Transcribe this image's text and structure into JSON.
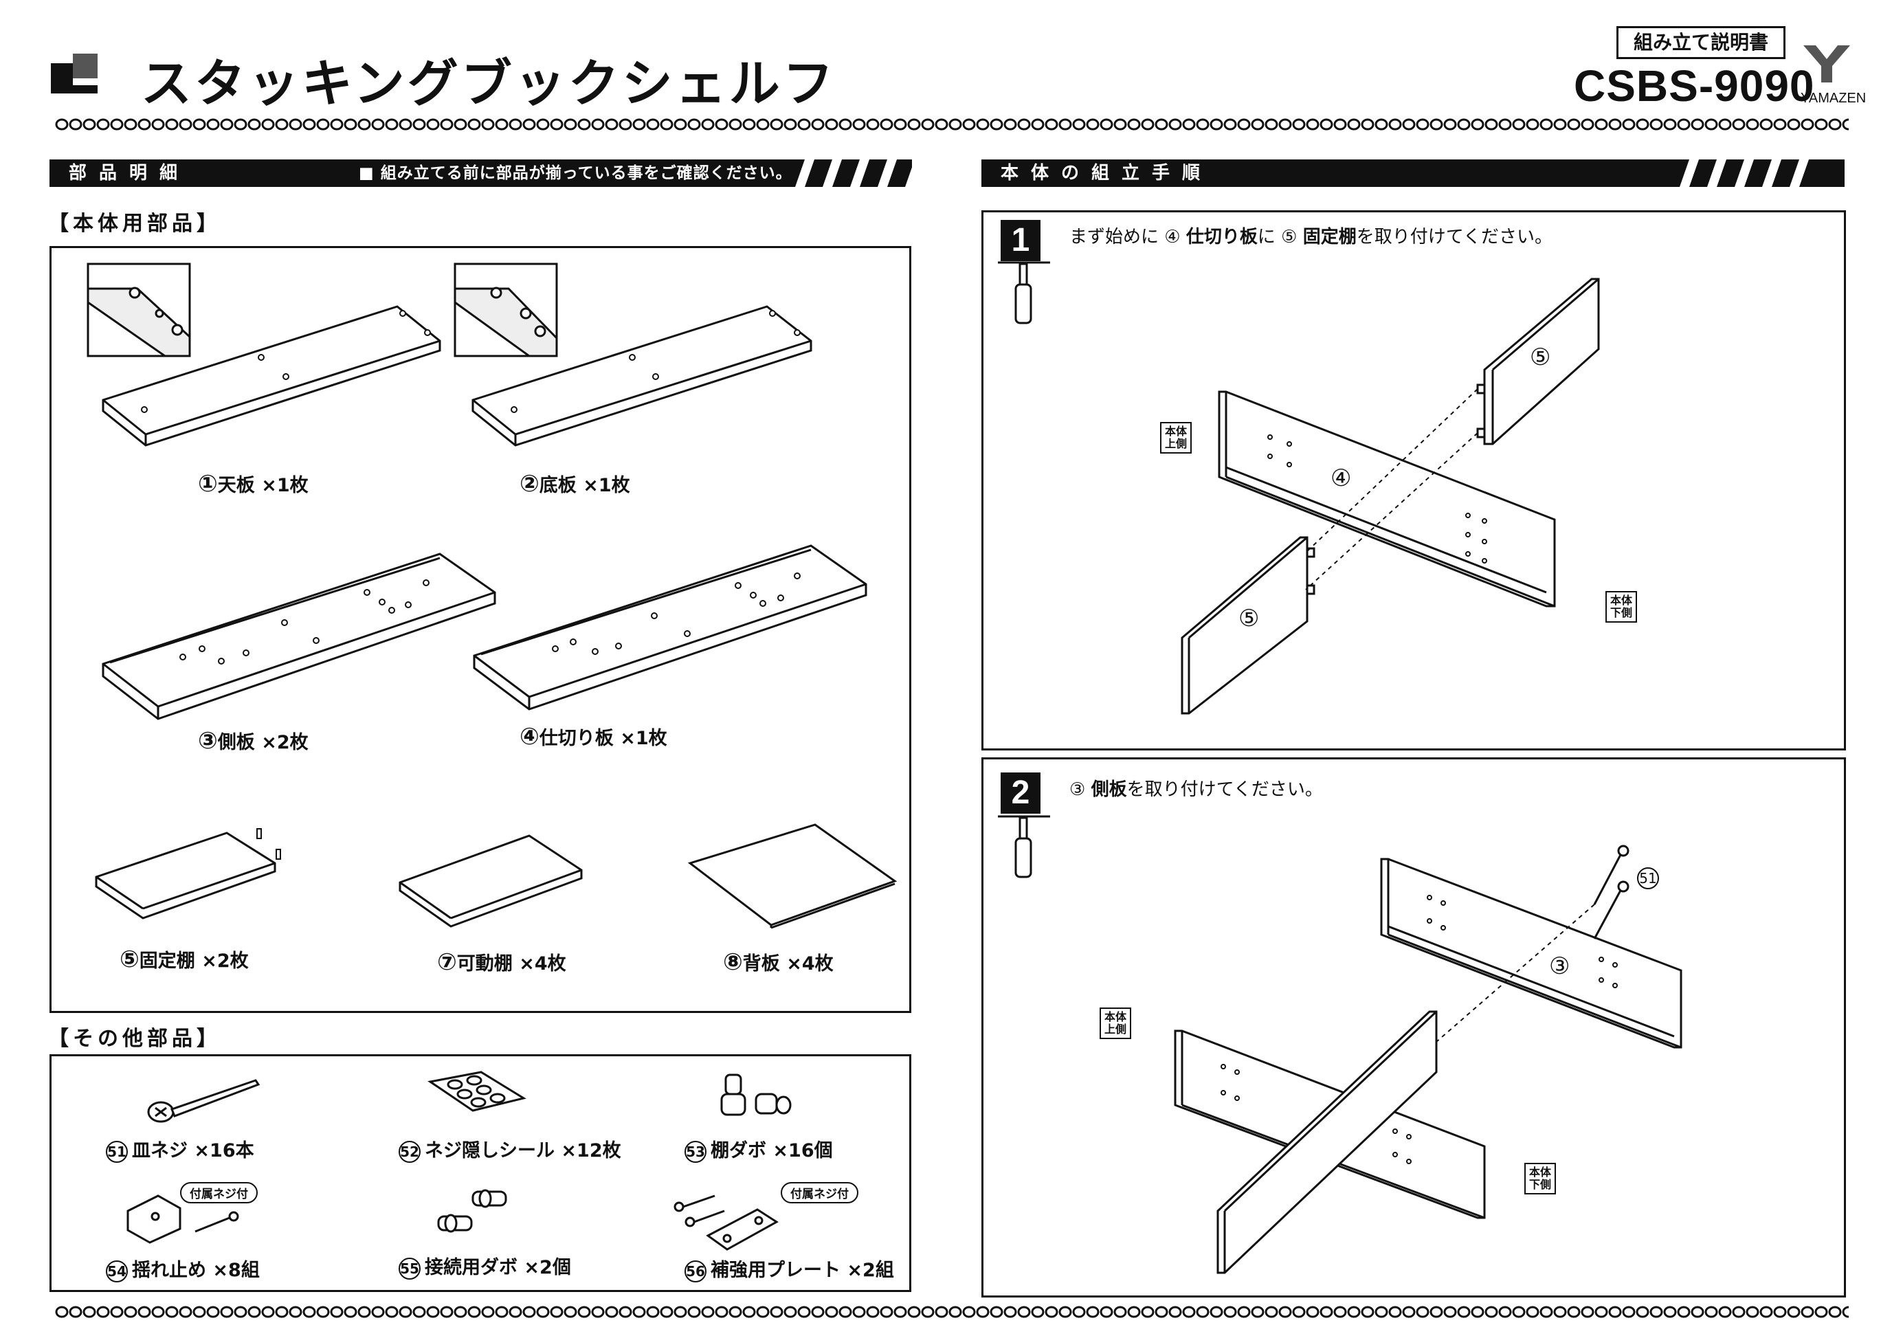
{
  "header": {
    "title": "スタッキングブックシェルフ",
    "manual_label": "組み立て説明書",
    "model": "CSBS-9090",
    "brand": "YAMAZEN"
  },
  "parts_section": {
    "label": "部品明細",
    "note": "■ 組み立てる前に部品が揃っている事をご確認ください。",
    "body_parts_heading": "【本体用部品】",
    "body_parts": [
      {
        "num": "①",
        "name": "天板",
        "qty": "×1枚"
      },
      {
        "num": "②",
        "name": "底板",
        "qty": "×1枚"
      },
      {
        "num": "③",
        "name": "側板",
        "qty": "×2枚"
      },
      {
        "num": "④",
        "name": "仕切り板",
        "qty": "×1枚"
      },
      {
        "num": "⑤",
        "name": "固定棚",
        "qty": "×2枚"
      },
      {
        "num": "⑦",
        "name": "可動棚",
        "qty": "×4枚"
      },
      {
        "num": "⑧",
        "name": "背板",
        "qty": "×4枚"
      }
    ],
    "other_parts_heading": "【その他部品】",
    "other_parts": [
      {
        "num": "51",
        "name": "皿ネジ",
        "qty": "×16本"
      },
      {
        "num": "52",
        "name": "ネジ隠しシール",
        "qty": "×12枚"
      },
      {
        "num": "53",
        "name": "棚ダボ",
        "qty": "×16個"
      },
      {
        "num": "54",
        "name": "揺れ止め",
        "qty": "×8組"
      },
      {
        "num": "55",
        "name": "接続用ダボ",
        "qty": "×2個"
      },
      {
        "num": "56",
        "name": "補強用プレート",
        "qty": "×2組"
      }
    ],
    "screw_included_tag": "付属ネジ付"
  },
  "assembly_section": {
    "label": "本体の組立手順",
    "steps": [
      {
        "num": "1",
        "text_prefix": "まず始めに ④ ",
        "part_a": "仕切り板",
        "text_mid": "に ⑤ ",
        "part_b": "固定棚",
        "text_suffix": "を取り付けてください。"
      },
      {
        "num": "2",
        "text_prefix": "③ ",
        "part_a": "側板",
        "text_suffix": "を取り付けてください。"
      }
    ],
    "labels": {
      "upper": "本体上側",
      "lower": "本体下側",
      "top_a": "本体",
      "top_b": "上側",
      "bot_a": "本体",
      "bot_b": "下側"
    },
    "callouts": {
      "four": "④",
      "five": "⑤",
      "three": "③",
      "fiftyone": "51"
    }
  }
}
